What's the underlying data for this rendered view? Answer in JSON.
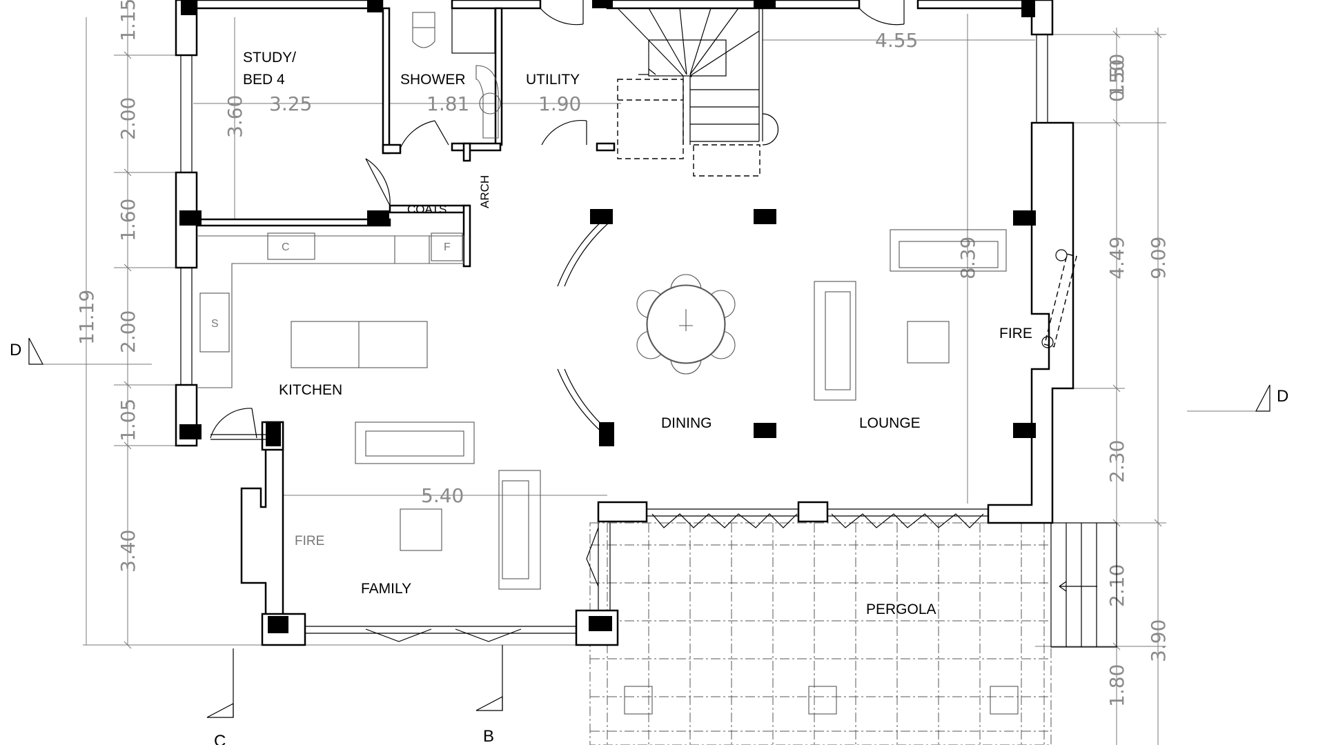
{
  "rooms": {
    "study_line1": "STUDY/",
    "study_line2": "BED 4",
    "shower": "SHOWER",
    "utility": "UTILITY",
    "coats": "COATS",
    "arch": "ARCH",
    "kitchen": "KITCHEN",
    "dining": "DINING",
    "lounge": "LOUNGE",
    "fire_lounge": "FIRE",
    "fire_family": "FIRE",
    "family": "FAMILY",
    "pergola": "PERGOLA"
  },
  "appliances": {
    "cooker": "C",
    "fridge": "F",
    "sink": "S"
  },
  "dimensions": {
    "study_width": "3.25",
    "study_depth": "3.60",
    "shower_width": "1.81",
    "utility_width": "1.90",
    "stair_width": "4.55",
    "lounge_depth": "8.39",
    "family_width": "5.40",
    "left_1": "1.15",
    "left_2": "2.00",
    "left_3": "1.60",
    "left_4": "2.00",
    "left_5": "1.05",
    "left_6": "3.40",
    "left_total": "11.19",
    "right_1": "1.50",
    "right_2": "0.50",
    "right_3": "4.49",
    "right_total": "9.09",
    "right_4": "2.30",
    "right_5": "2.10",
    "right_6": "3.90",
    "right_7": "1.80"
  },
  "section_marks": {
    "left_d": "D",
    "right_d": "D",
    "c": "C",
    "b": "B"
  }
}
